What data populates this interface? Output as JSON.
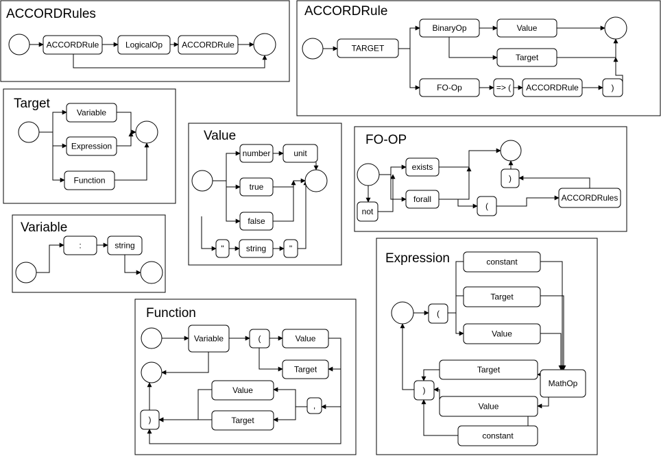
{
  "diagram": {
    "title": "ACCORD rule grammar railroad diagrams",
    "panels": [
      {
        "id": "accordrules",
        "title": "ACCORDRules",
        "nodes": [
          {
            "id": "start",
            "kind": "circle"
          },
          {
            "id": "rule1",
            "kind": "box",
            "label": "ACCORDRule"
          },
          {
            "id": "logop",
            "kind": "box",
            "label": "LogicalOp"
          },
          {
            "id": "rule2",
            "kind": "box",
            "label": "ACCORDRule"
          },
          {
            "id": "end",
            "kind": "circle"
          }
        ]
      },
      {
        "id": "accordrule",
        "title": "ACCORDRule",
        "nodes": [
          {
            "id": "start",
            "kind": "circle"
          },
          {
            "id": "target",
            "kind": "box",
            "label": "TARGET"
          },
          {
            "id": "binop",
            "kind": "box",
            "label": "BinaryOp"
          },
          {
            "id": "value",
            "kind": "box",
            "label": "Value"
          },
          {
            "id": "target2",
            "kind": "box",
            "label": "Target"
          },
          {
            "id": "foop",
            "kind": "box",
            "label": "FO-Op"
          },
          {
            "id": "implies",
            "kind": "box",
            "label": "=> ("
          },
          {
            "id": "rule",
            "kind": "box",
            "label": "ACCORDRule"
          },
          {
            "id": "close",
            "kind": "box",
            "label": ")"
          },
          {
            "id": "end",
            "kind": "circle"
          }
        ]
      },
      {
        "id": "target",
        "title": "Target",
        "nodes": [
          {
            "id": "start",
            "kind": "circle"
          },
          {
            "id": "variable",
            "kind": "box",
            "label": "Variable"
          },
          {
            "id": "expression",
            "kind": "box",
            "label": "Expression"
          },
          {
            "id": "function",
            "kind": "box",
            "label": "Function"
          },
          {
            "id": "end",
            "kind": "circle"
          }
        ]
      },
      {
        "id": "value",
        "title": "Value",
        "nodes": [
          {
            "id": "start",
            "kind": "circle"
          },
          {
            "id": "number",
            "kind": "box",
            "label": "number"
          },
          {
            "id": "unit",
            "kind": "box",
            "label": "unit"
          },
          {
            "id": "true",
            "kind": "box",
            "label": "true"
          },
          {
            "id": "false",
            "kind": "box",
            "label": "false"
          },
          {
            "id": "q1",
            "kind": "box",
            "label": "\""
          },
          {
            "id": "string",
            "kind": "box",
            "label": "string"
          },
          {
            "id": "q2",
            "kind": "box",
            "label": "\""
          },
          {
            "id": "end",
            "kind": "circle"
          }
        ]
      },
      {
        "id": "foop",
        "title": "FO-OP",
        "nodes": [
          {
            "id": "start",
            "kind": "circle"
          },
          {
            "id": "not",
            "kind": "box",
            "label": "not"
          },
          {
            "id": "exists",
            "kind": "box",
            "label": "exists"
          },
          {
            "id": "forall",
            "kind": "box",
            "label": "forall"
          },
          {
            "id": "open",
            "kind": "box",
            "label": "("
          },
          {
            "id": "rules",
            "kind": "box",
            "label": "ACCORDRules"
          },
          {
            "id": "close",
            "kind": "box",
            "label": ")"
          },
          {
            "id": "end",
            "kind": "circle"
          }
        ]
      },
      {
        "id": "variable",
        "title": "Variable",
        "nodes": [
          {
            "id": "start",
            "kind": "circle"
          },
          {
            "id": "colon",
            "kind": "box",
            "label": ":"
          },
          {
            "id": "string",
            "kind": "box",
            "label": "string"
          },
          {
            "id": "end",
            "kind": "circle"
          }
        ]
      },
      {
        "id": "function",
        "title": "Function",
        "nodes": [
          {
            "id": "start",
            "kind": "circle"
          },
          {
            "id": "variable",
            "kind": "box",
            "label": "Variable"
          },
          {
            "id": "open",
            "kind": "box",
            "label": "("
          },
          {
            "id": "value",
            "kind": "box",
            "label": "Value"
          },
          {
            "id": "target",
            "kind": "box",
            "label": "Target"
          },
          {
            "id": "comma",
            "kind": "box",
            "label": ","
          },
          {
            "id": "value2",
            "kind": "box",
            "label": "Value"
          },
          {
            "id": "target2",
            "kind": "box",
            "label": "Target"
          },
          {
            "id": "close",
            "kind": "box",
            "label": ")"
          },
          {
            "id": "end",
            "kind": "circle"
          }
        ]
      },
      {
        "id": "expression",
        "title": "Expression",
        "nodes": [
          {
            "id": "start",
            "kind": "circle"
          },
          {
            "id": "open",
            "kind": "box",
            "label": "("
          },
          {
            "id": "constant",
            "kind": "box",
            "label": "constant"
          },
          {
            "id": "target",
            "kind": "box",
            "label": "Target"
          },
          {
            "id": "value",
            "kind": "box",
            "label": "Value"
          },
          {
            "id": "mathop",
            "kind": "box",
            "label": "MathOp"
          },
          {
            "id": "target2",
            "kind": "box",
            "label": "Target"
          },
          {
            "id": "value2",
            "kind": "box",
            "label": "Value"
          },
          {
            "id": "constant2",
            "kind": "box",
            "label": "constant"
          },
          {
            "id": "close",
            "kind": "box",
            "label": ")"
          }
        ]
      }
    ]
  }
}
